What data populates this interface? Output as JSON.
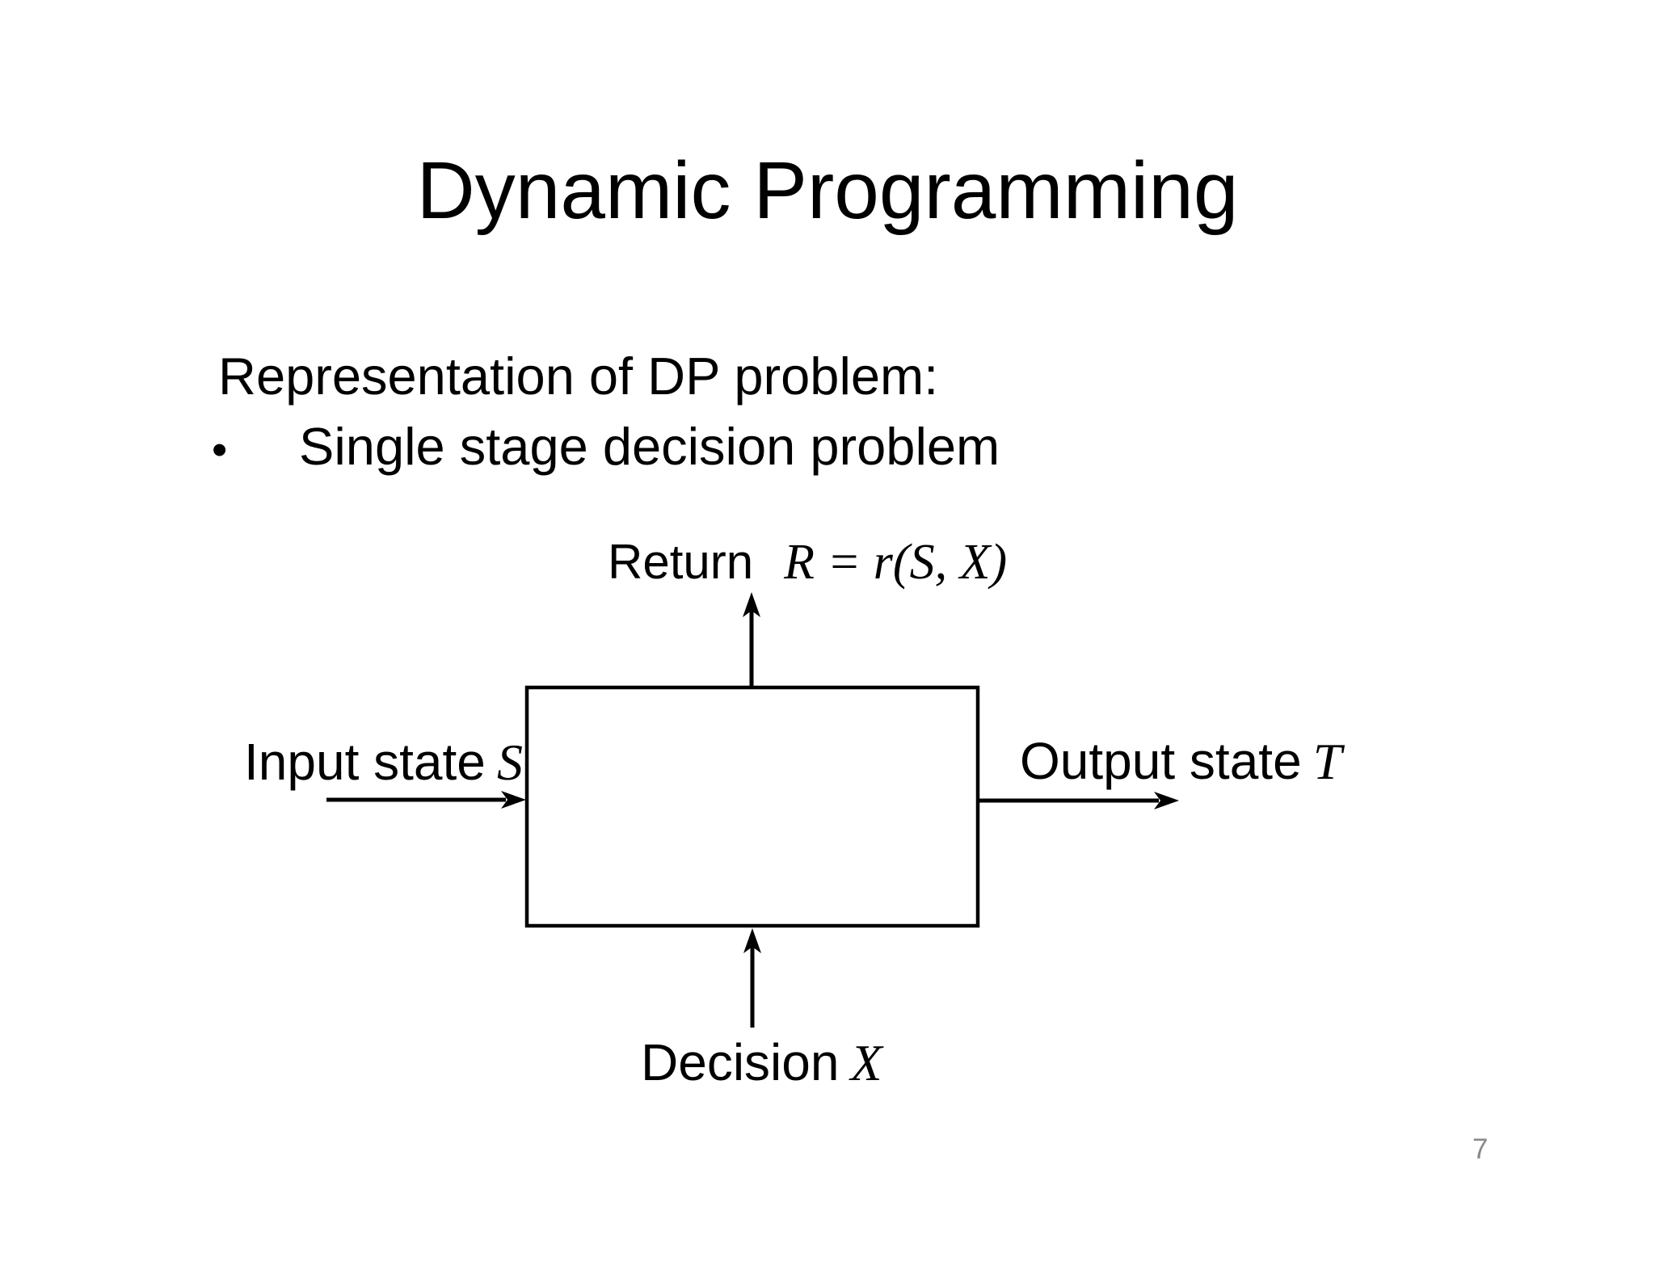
{
  "slide": {
    "title": "Dynamic Programming",
    "intro": "Representation of DP problem:",
    "bullet_marker": "•",
    "bullet_text": "Single stage decision problem",
    "page_number": "7"
  },
  "diagram": {
    "return_label": "Return",
    "return_formula": "R = r(S, X)",
    "input_label": "Input state",
    "input_variable": "S",
    "output_label": "Output state",
    "output_variable": "T",
    "decision_label": "Decision",
    "decision_variable": "X"
  },
  "colors": {
    "background": "#ffffff",
    "text": "#000000",
    "line": "#000000",
    "page_number": "#898989"
  }
}
